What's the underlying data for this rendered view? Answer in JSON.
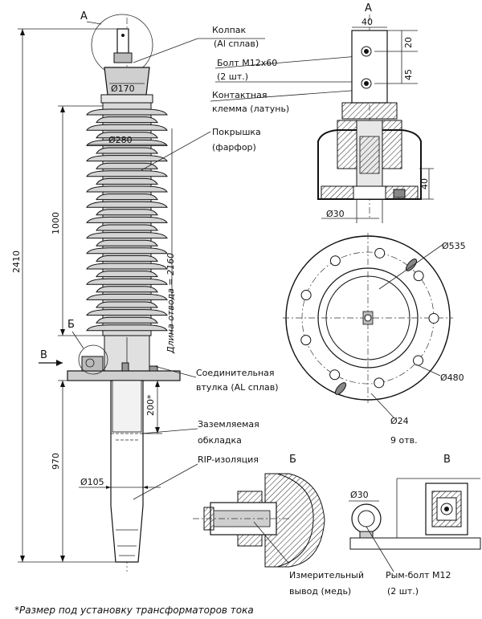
{
  "labels": {
    "view_a_left": "А",
    "view_a_right": "А",
    "view_b_left": "Б",
    "view_b_detail": "Б",
    "view_v_left": "В",
    "view_v_detail": "В"
  },
  "dimensions": {
    "total_height": "2410",
    "insulator_height": "1000",
    "creepage": "Длина отвода = 2160",
    "lower_length": "970",
    "ct_length": "200*",
    "cap_diameter": "Ø170",
    "shed_diameter": "Ø280",
    "tail_diameter": "Ø105",
    "terminal_width": "40",
    "terminal_top": "20",
    "terminal_spacing": "45",
    "terminal_bottom": "40",
    "stud_diameter": "Ø30",
    "flange_outer": "Ø535",
    "bolt_circle": "Ø480",
    "hole_diameter": "Ø24",
    "hole_count": "9 отв.",
    "eye_diameter": "Ø30"
  },
  "callouts": {
    "cap_1": "Колпак",
    "cap_2": "(Al сплав)",
    "bolt_1": "Болт М12х60",
    "bolt_2": "(2 шт.)",
    "terminal_1": "Контактная",
    "terminal_2": "клемма (латунь)",
    "cover_1": "Покрышка",
    "cover_2": "(фарфор)",
    "sleeve_1": "Соединительная",
    "sleeve_2": "втулка (AL сплав)",
    "ground_1": "Заземляемая",
    "ground_2": "обкладка",
    "rip": "RIP-изоляция",
    "measure_1": "Измерительный",
    "measure_2": "вывод (медь)",
    "eyebolt_1": "Рым-болт М12",
    "eyebolt_2": "(2 шт.)"
  },
  "footnote": "*Размер под установку трансформаторов тока"
}
